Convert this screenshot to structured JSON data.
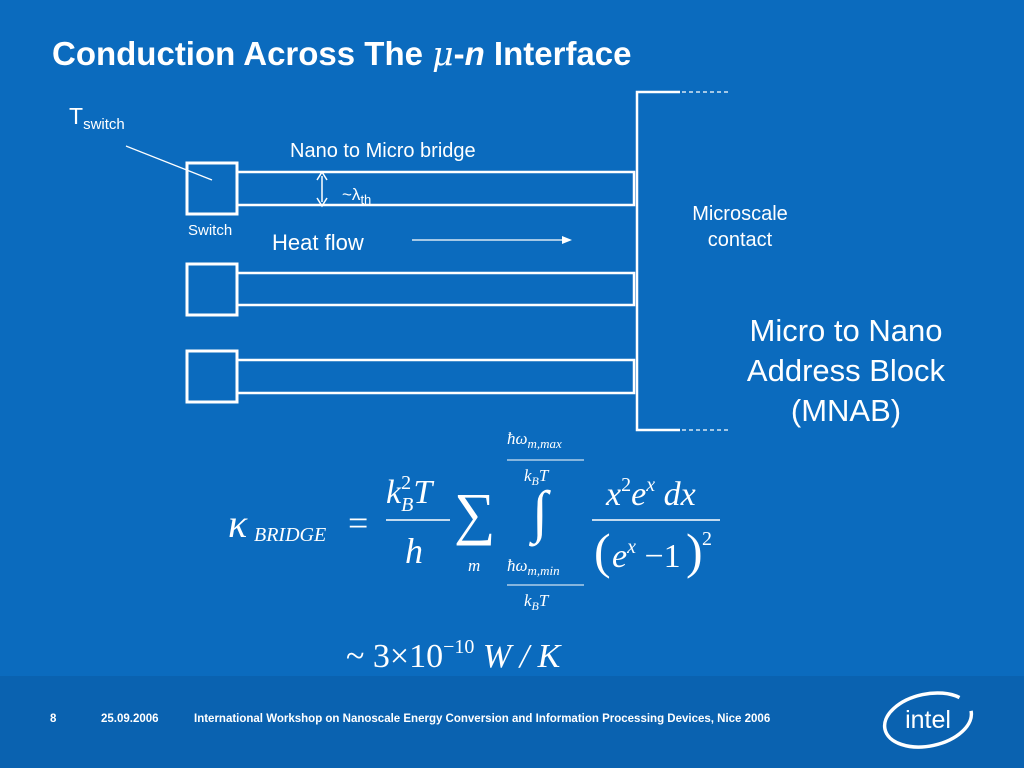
{
  "slide": {
    "title_part1": "Conduction Across The ",
    "title_mu": "μ",
    "title_dash": "-",
    "title_n": "n",
    "title_part2": " Interface"
  },
  "diagram": {
    "t_switch_main": "T",
    "t_switch_sub": "switch",
    "bridge_label": "Nano to Micro bridge",
    "lambda_label": "~λ",
    "lambda_sub": "th",
    "switch_label": "Switch",
    "heat_flow_label": "Heat flow",
    "contact_line1": "Microscale",
    "contact_line2": "contact",
    "mnab_line1": "Micro to Nano",
    "mnab_line2": "Address Block",
    "mnab_line3": "(MNAB)"
  },
  "equation": {
    "kappa": "κ",
    "kappa_sub": "BRIDGE",
    "equals": "=",
    "prefactor_num": "k",
    "prefactor_num_sup": "2",
    "prefactor_num_sub": "B",
    "prefactor_num_T": "T",
    "prefactor_den": "h",
    "sum_symbol": "∑",
    "sum_index": "m",
    "integral_symbol": "∫",
    "upper_limit_num": "ħω",
    "upper_limit_num_sub": "m,max",
    "upper_limit_den": "k",
    "upper_limit_den_sub": "B",
    "upper_limit_den_T": "T",
    "lower_limit_num": "ħω",
    "lower_limit_num_sub": "m,min",
    "lower_limit_den": "k",
    "lower_limit_den_sub": "B",
    "lower_limit_den_T": "T",
    "integrand_num": "x",
    "integrand_num_sup1": "2",
    "integrand_num_e": "e",
    "integrand_num_sup2": "x",
    "integrand_num_dx": "dx",
    "integrand_den_e": "e",
    "integrand_den_sup": "x",
    "integrand_den_minus": "−1",
    "integrand_den_power": "2",
    "result_tilde": "~",
    "result_value": "3×10",
    "result_exponent": "−10",
    "result_units": "W / K"
  },
  "footer": {
    "page_number": "8",
    "date": "25.09.2006",
    "event": "International Workshop on Nanoscale Energy Conversion and Information Processing Devices, Nice 2006",
    "logo_text": "intel"
  }
}
